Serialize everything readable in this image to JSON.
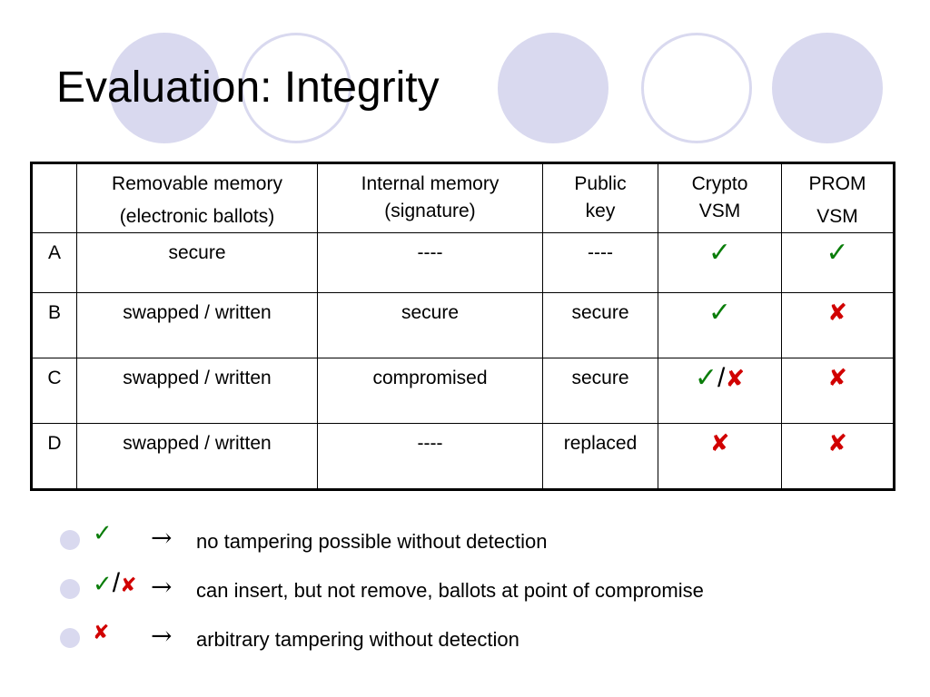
{
  "slide": {
    "title": "Evaluation: Integrity"
  },
  "table": {
    "headers": {
      "corner": "",
      "removable_line1": "Removable memory",
      "removable_line2": "(electronic ballots)",
      "internal_line1": "Internal memory",
      "internal_line2": "(signature)",
      "public_line1": "Public",
      "public_line2": "key",
      "crypto_line1": "Crypto",
      "crypto_line2": "VSM",
      "prom_line1": "PROM",
      "prom_line2": "VSM"
    },
    "rows": [
      {
        "label": "A",
        "removable": "secure",
        "internal": "----",
        "public": "----",
        "crypto": "check",
        "prom": "check"
      },
      {
        "label": "B",
        "removable": "swapped / written",
        "internal": "secure",
        "public": "secure",
        "crypto": "check",
        "prom": "cross"
      },
      {
        "label": "C",
        "removable": "swapped / written",
        "internal": "compromised",
        "public": "secure",
        "crypto": "check/cross",
        "prom": "cross"
      },
      {
        "label": "D",
        "removable": "swapped / written",
        "internal": "----",
        "public": "replaced",
        "crypto": "cross",
        "prom": "cross"
      }
    ]
  },
  "symbols": {
    "check": "✓",
    "cross": "✘",
    "slash": "/"
  },
  "legend": {
    "arrow": "→",
    "items": [
      {
        "symbol": "check",
        "text": "no tampering possible without detection"
      },
      {
        "symbol": "check/cross",
        "text": "can insert, but not remove, ballots at point of compromise"
      },
      {
        "symbol": "cross",
        "text": "arbitrary tampering without detection"
      }
    ]
  },
  "colors": {
    "accent_circle": "#d9d9ef",
    "check": "#0a7d0a",
    "cross": "#d10000"
  }
}
